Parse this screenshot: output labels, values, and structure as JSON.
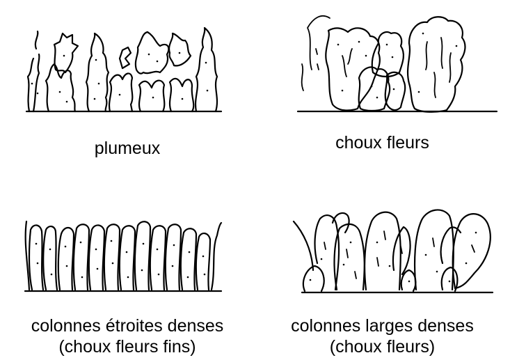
{
  "panels": [
    {
      "id": "plumeux",
      "caption_lines": [
        "plumeux"
      ]
    },
    {
      "id": "choux-fleurs",
      "caption_lines": [
        "choux fleurs"
      ]
    },
    {
      "id": "colonnes-etroites",
      "caption_lines": [
        "colonnes étroites denses",
        "(choux fleurs fins)"
      ]
    },
    {
      "id": "colonnes-larges",
      "caption_lines": [
        "colonnes larges denses",
        "(choux fleurs)"
      ]
    }
  ]
}
